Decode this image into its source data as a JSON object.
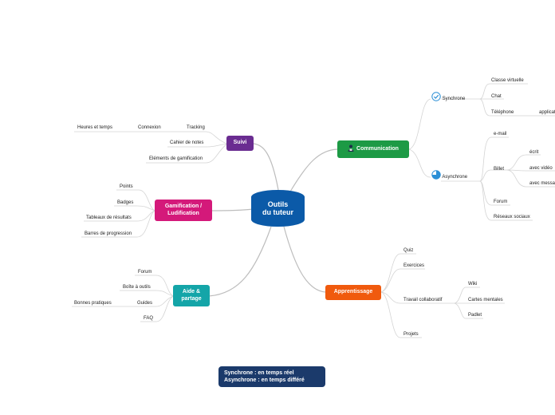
{
  "center": {
    "line1": "Outils",
    "line2": "du tuteur"
  },
  "branches": {
    "suivi": {
      "title": "Suivi",
      "color": "#6a2c91",
      "items": [
        "Tracking",
        "Connexion",
        "Heures et temps",
        "Cahier de notes",
        "Eléments de gamification"
      ]
    },
    "gamification": {
      "title_line1": "Gamification /",
      "title_line2": "Ludification",
      "color": "#d4197a",
      "items": [
        "Points",
        "Badges",
        "Tableaux de résultats",
        "Barres de progression"
      ]
    },
    "aide": {
      "title_line1": "Aide &",
      "title_line2": "partage",
      "color": "#14a5a8",
      "items": [
        "Forum",
        "Boîte à outils",
        "Guides",
        "Bonnes pratiques",
        "FAQ"
      ]
    },
    "communication": {
      "title": "Communication",
      "color": "#1d9a45",
      "icon": "person-icon",
      "synchrone": {
        "label": "Synchrone",
        "icon": "check-circle-icon",
        "items": [
          "Classe virtuelle",
          "Chat",
          "Téléphone",
          "applicat"
        ]
      },
      "asynchrone": {
        "label": "Asynchrone",
        "icon": "pie-progress-icon",
        "items": [
          "e-mail",
          "Billet",
          "écrit",
          "avec vidéo",
          "avec messa",
          "Forum",
          "Réseaux sociaux"
        ]
      }
    },
    "apprentissage": {
      "title": "Apprentissage",
      "color": "#f05a0e",
      "items": [
        "Quiz",
        "Exercices",
        "Travail collaboratif",
        "Wiki",
        "Cartes mentales",
        "Padlet",
        "Projets"
      ]
    }
  },
  "legend": {
    "line1": "Synchrone : en temps réel",
    "line2": "Asynchrone : en temps différé",
    "color": "#1b3a6b"
  }
}
